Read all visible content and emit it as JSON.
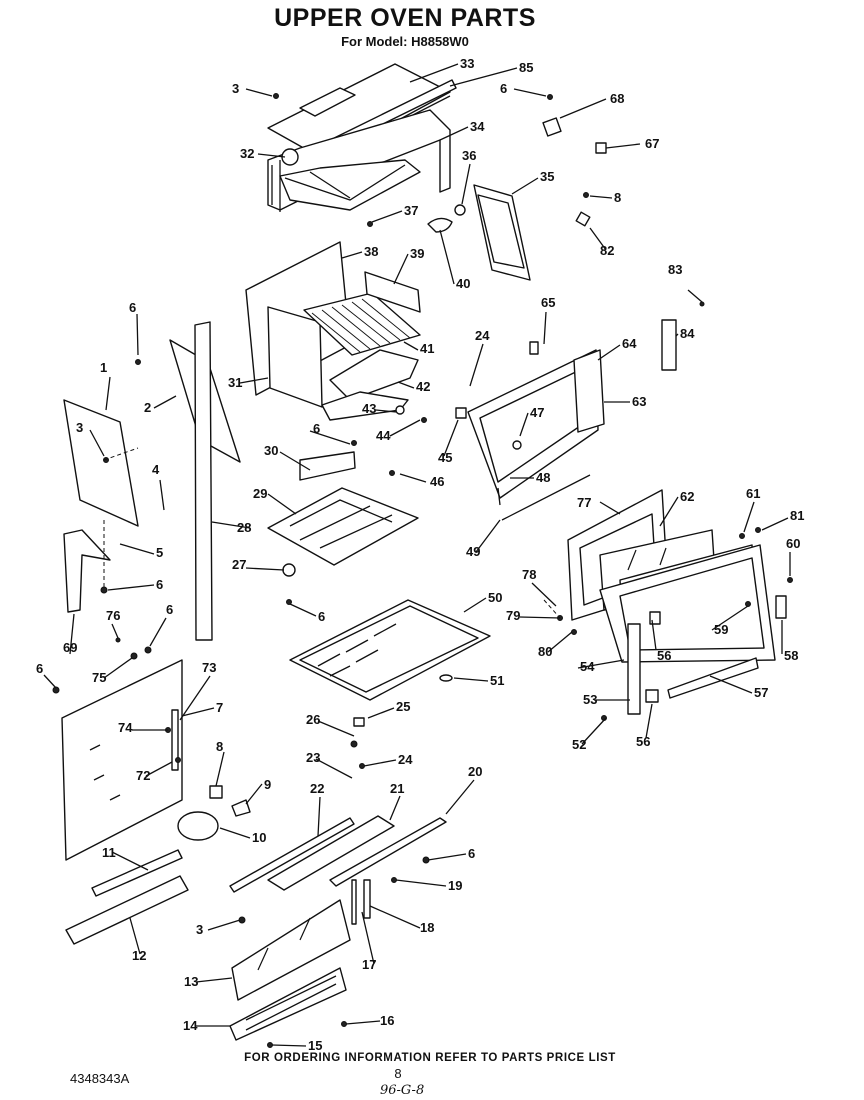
{
  "header": {
    "title": "UPPER OVEN PARTS",
    "model": "For Model: H8858W0"
  },
  "footer": {
    "ordering_note": "FOR ORDERING INFORMATION REFER TO PARTS PRICE LIST",
    "page_number": "8",
    "document_number": "4348343A",
    "handwritten_note": "96-G-8"
  },
  "callouts": [
    "1",
    "2",
    "3",
    "4",
    "5",
    "6",
    "7",
    "8",
    "9",
    "10",
    "11",
    "12",
    "13",
    "14",
    "15",
    "16",
    "17",
    "18",
    "19",
    "20",
    "21",
    "22",
    "23",
    "24",
    "25",
    "26",
    "27",
    "28",
    "29",
    "30",
    "31",
    "32",
    "33",
    "34",
    "35",
    "36",
    "37",
    "38",
    "39",
    "40",
    "41",
    "42",
    "43",
    "44",
    "45",
    "46",
    "47",
    "48",
    "49",
    "50",
    "51",
    "52",
    "53",
    "54",
    "56",
    "57",
    "58",
    "59",
    "60",
    "61",
    "62",
    "63",
    "64",
    "65",
    "67",
    "68",
    "69",
    "72",
    "73",
    "74",
    "75",
    "76",
    "77",
    "78",
    "79",
    "80",
    "81",
    "82",
    "83",
    "84",
    "85"
  ]
}
